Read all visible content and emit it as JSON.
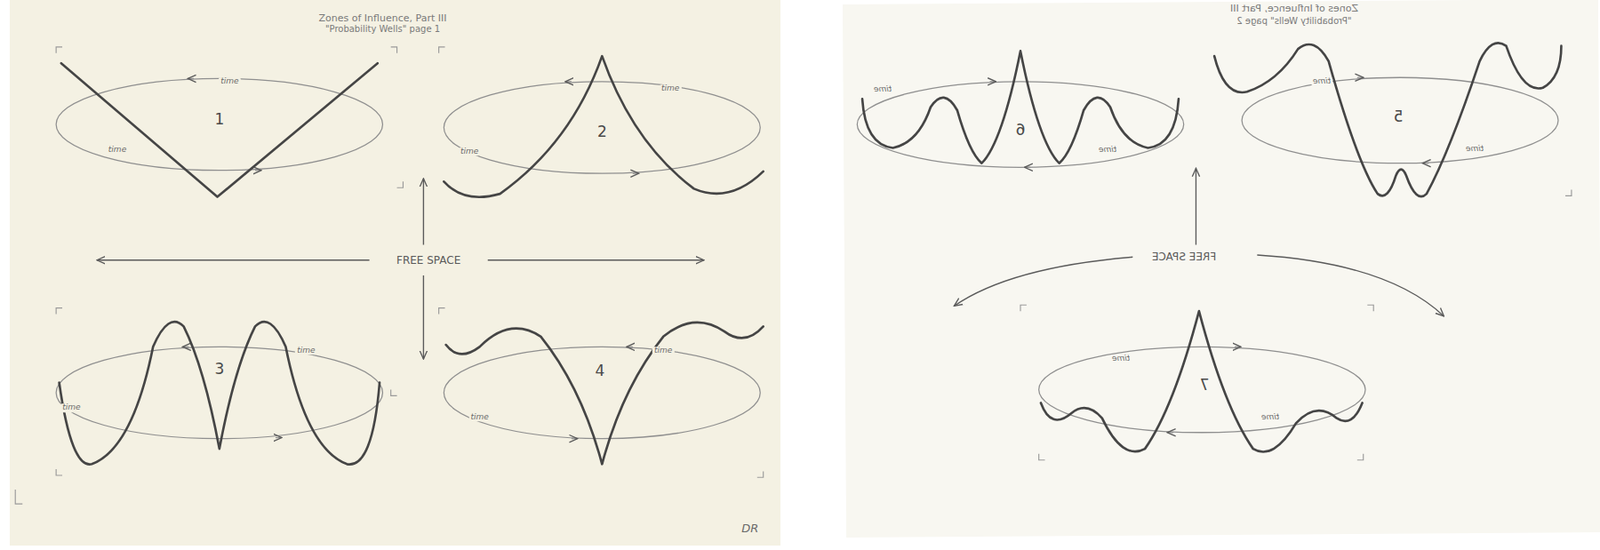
{
  "diagram": {
    "labels": [
      "Zones of Influence, Part III",
      "\"Probability Wells\" page 1",
      "time",
      "time",
      "1",
      "time",
      "time",
      "2",
      "FREE SPACE",
      "time",
      "time",
      "3",
      "time",
      "time",
      "4",
      "DR",
      "Zones of Influence, Part III",
      "\"Probability Wells\" page 2",
      "time",
      "time",
      "6",
      "time",
      "time",
      "5",
      "FREE SPACE",
      "time",
      "time",
      "7"
    ]
  }
}
